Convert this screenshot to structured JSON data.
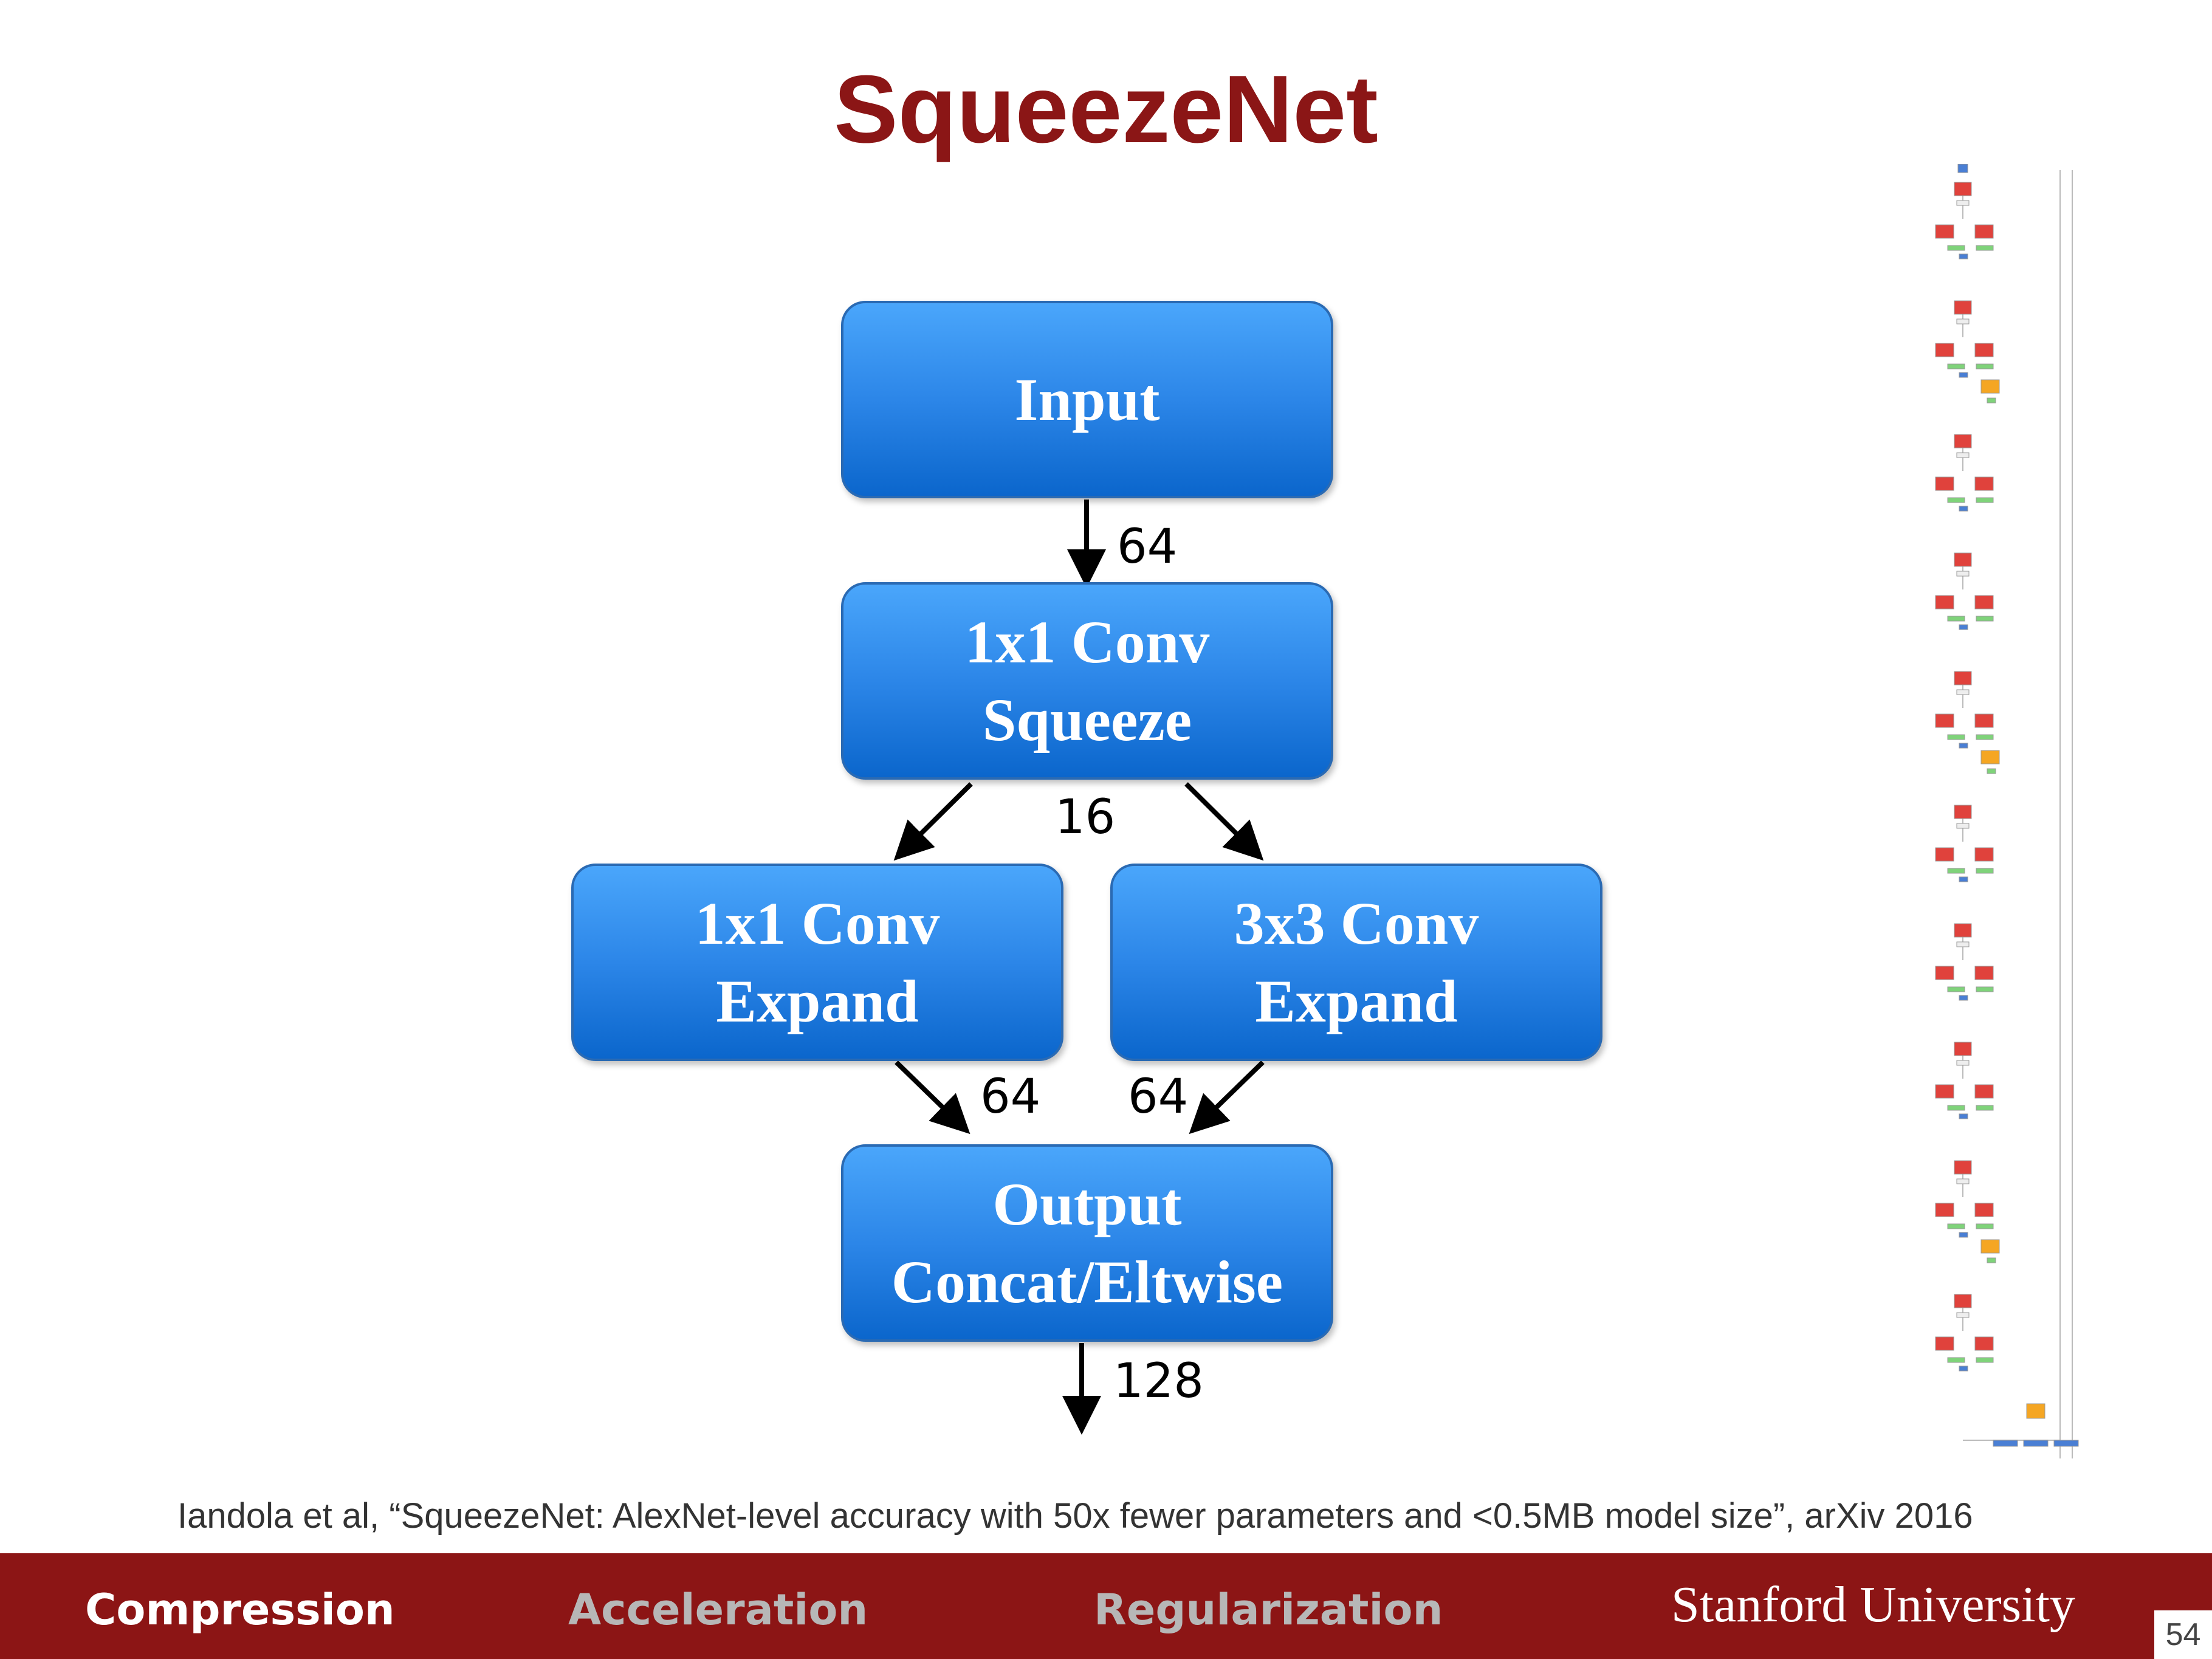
{
  "title": "SqueezeNet",
  "diagram": {
    "nodes": {
      "input": {
        "line1": "Input",
        "line2": ""
      },
      "squeeze": {
        "line1": "1x1 Conv",
        "line2": "Squeeze"
      },
      "expand1": {
        "line1": "1x1 Conv",
        "line2": "Expand"
      },
      "expand3": {
        "line1": "3x3 Conv",
        "line2": "Expand"
      },
      "output": {
        "line1": "Output",
        "line2": "Concat/Eltwise"
      }
    },
    "edges": [
      {
        "from": "input",
        "to": "squeeze",
        "label": "64"
      },
      {
        "from": "squeeze",
        "to": "expand1",
        "label": "16"
      },
      {
        "from": "squeeze",
        "to": "expand3",
        "label": "16"
      },
      {
        "from": "expand1",
        "to": "output",
        "label": "64"
      },
      {
        "from": "expand3",
        "to": "output",
        "label": "64"
      },
      {
        "from": "output",
        "to": "next",
        "label": "128"
      }
    ]
  },
  "colors": {
    "title": "#8b1616",
    "node_fill_top": "#4aa6fb",
    "node_fill_bottom": "#0b66cc",
    "footer_bg": "#8c1515",
    "thumb_conv": "#e0423c",
    "thumb_relu": "#7fd37a",
    "thumb_pool": "#f5a623",
    "thumb_data": "#4a7fd4"
  },
  "citation": "Iandola et al,  “SqueezeNet: AlexNet-level accuracy with 50x fewer parameters and <0.5MB model size”, arXiv 2016",
  "footer": {
    "items": [
      "Compression",
      "Acceleration",
      "Regularization"
    ],
    "brand": "Stanford University",
    "page_number": "54"
  },
  "thumbnail": {
    "description_icon": "network-architecture-thumbnail-icon"
  }
}
